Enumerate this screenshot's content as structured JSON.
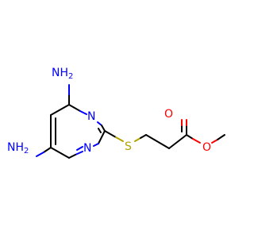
{
  "molecule": {
    "atoms": {
      "n_amino_top": {
        "symbol": "NH",
        "sub": "2",
        "color": "#0000FF"
      },
      "n_ring_top": {
        "symbol": "N",
        "color": "#0000FF"
      },
      "n_ring_bottom": {
        "symbol": "N",
        "color": "#0000FF"
      },
      "n_amino_bottom": {
        "symbol": "NH",
        "sub": "2",
        "color": "#0000FF"
      },
      "sulfur": {
        "symbol": "S",
        "color": "#B3A100"
      },
      "o_carbonyl": {
        "symbol": "O",
        "color": "#FF0000"
      },
      "o_ester": {
        "symbol": "O",
        "color": "#FF0000"
      }
    },
    "colors": {
      "carbon_bond": "#000000",
      "nitrogen": "#0000FF",
      "oxygen": "#FF0000",
      "sulfur": "#B3A100",
      "background": "#FFFFFF"
    }
  }
}
